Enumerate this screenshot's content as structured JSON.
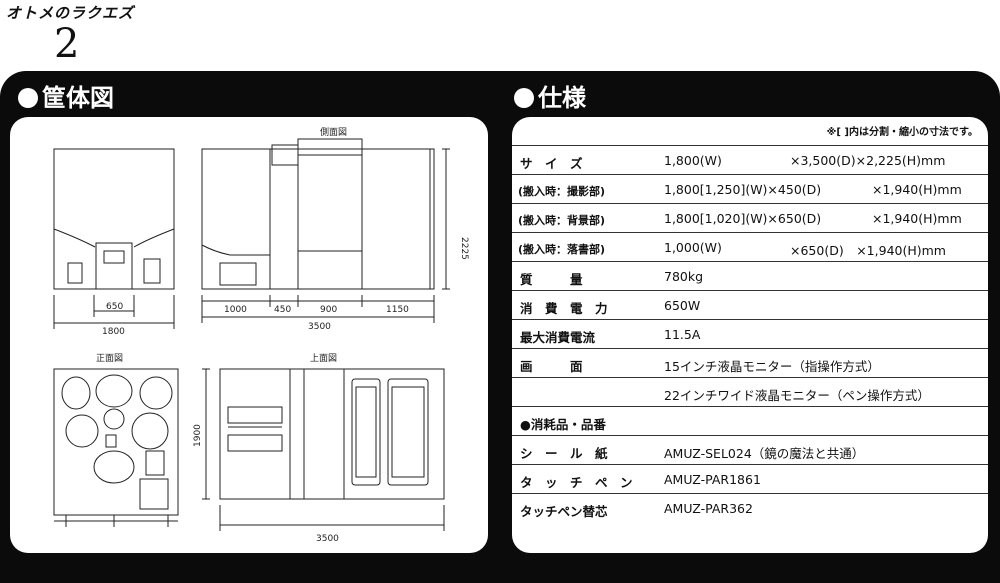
{
  "logo": {
    "text": "オトメのラクエズ",
    "number": "2"
  },
  "left": {
    "title": "筐体図",
    "views": {
      "side": "側面図",
      "front": "正面図",
      "top": "上面図"
    },
    "dims": {
      "front_w1": "650",
      "front_w2": "1800",
      "side_1": "1000",
      "side_2": "450",
      "side_3": "900",
      "side_4": "1150",
      "side_total": "3500",
      "side_h": "2225",
      "top_h": "1900",
      "top_w": "3500"
    }
  },
  "right": {
    "title": "仕様",
    "note": "※[ ]内は分割・縮小の寸法です。",
    "rows": [
      {
        "label": "サ　イ　ズ",
        "v1": "1,800(W)",
        "v2": "×3,500(D)×2,225(H)mm"
      },
      {
        "label": "(搬入時：撮影部)",
        "v1": "1,800[1,250](W)×450(D)",
        "v2": "×1,940(H)mm",
        "paren": true
      },
      {
        "label": "(搬入時：背景部)",
        "v1": "1,800[1,020](W)×650(D)",
        "v2": "×1,940(H)mm",
        "paren": true
      },
      {
        "label": "(搬入時：落書部)",
        "v1": "1,000(W)",
        "v2": "×650(D)　×1,940(H)mm",
        "paren": true
      },
      {
        "label": "質　　　量",
        "v1": "780kg",
        "v2": ""
      },
      {
        "label": "消　費　電　力",
        "v1": "650W",
        "v2": ""
      },
      {
        "label": "最大消費電流",
        "v1": "11.5A",
        "v2": ""
      },
      {
        "label": "画　　　面",
        "v1": "15インチ液晶モニター（指操作方式）",
        "v2": ""
      },
      {
        "label": "",
        "v1": "22インチワイド液晶モニター（ペン操作方式）",
        "v2": ""
      },
      {
        "label": "●消耗品・品番",
        "v1": "",
        "v2": ""
      },
      {
        "label": "シ　ー　ル　紙",
        "v1": "AMUZ-SEL024（鏡の魔法と共通）",
        "v2": ""
      },
      {
        "label": "タ　ッ　チ　ペ　ン",
        "v1": "AMUZ-PAR1861",
        "v2": ""
      },
      {
        "label": "タッチペン替芯",
        "v1": "AMUZ-PAR362",
        "v2": ""
      }
    ]
  }
}
